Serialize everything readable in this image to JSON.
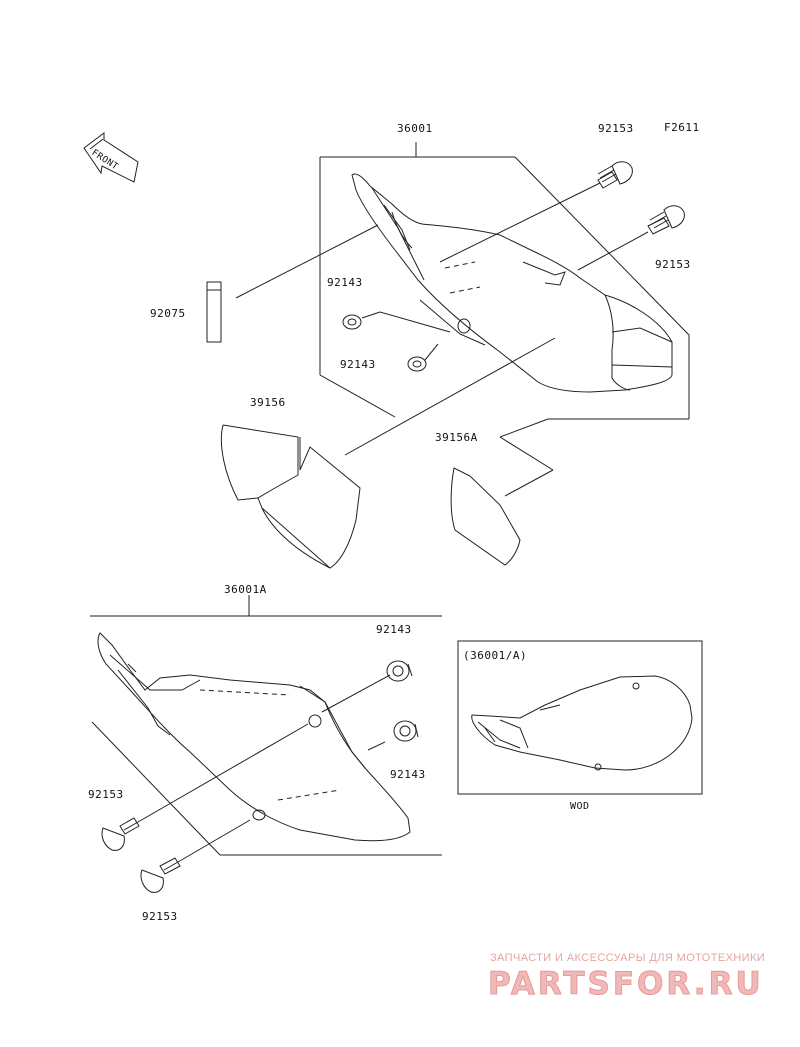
{
  "diagram": {
    "figure_code": "F2611",
    "front_label": "FRONT",
    "inset_title": "(36001/A)",
    "inset_caption": "WOD",
    "parts": {
      "cover_right": "36001",
      "cover_left": "36001A",
      "bolt_top_1": "92153",
      "bolt_top_2": "92153",
      "pad": "92075",
      "collar_1": "92143",
      "collar_2": "92143",
      "decal_1": "39156",
      "decal_2": "39156A",
      "collar_3": "92143",
      "collar_4": "92143",
      "bolt_bottom_1": "92153",
      "bolt_bottom_2": "92153"
    }
  },
  "watermark": {
    "tagline": "ЗАПЧАСТИ И АКСЕССУАРЫ ДЛЯ МОТОТЕХНИКИ",
    "brand": "PARTSFOR.RU"
  }
}
